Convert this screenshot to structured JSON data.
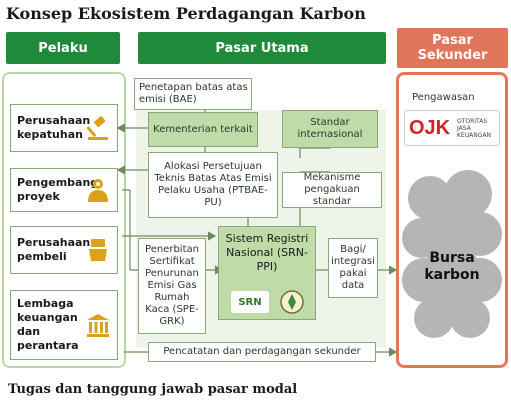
{
  "title": "Konsep Ekosistem Perdagangan Karbon",
  "headers": {
    "pelaku": "Pelaku",
    "pasar_utama": "Pasar Utama",
    "pasar_sekunder": "Pasar Sekunder"
  },
  "pelaku": [
    {
      "label": "Perusahaan kepatuhan",
      "icon": "gavel-icon"
    },
    {
      "label": "Pengembang proyek",
      "icon": "developer-icon"
    },
    {
      "label": "Perusahaan pembeli",
      "icon": "buyer-icon"
    },
    {
      "label": "Lembaga keuangan dan perantara",
      "icon": "bank-icon"
    }
  ],
  "pasar_utama": {
    "penetapan": "Penetapan batas atas emisi (BAE)",
    "kementerian": "Kementerian terkait",
    "standar": "Standar internasional",
    "alokasi": "Alokasi Persetujuan Teknis Batas Atas Emisi Pelaku Usaha (PTBAE-PU)",
    "mekanisme": "Mekanisme pengakuan standar",
    "penerbitan": "Penerbitan Sertifikat Penurunan Emisi Gas Rumah Kaca (SPE-GRK)",
    "srn": "Sistem Registri Nasional (SRN-PPI)",
    "srn_logo": "SRN",
    "bagi": "Bagi/ integrasi pakai data",
    "pencatatan": "Pencatatan dan perdagangan sekunder"
  },
  "sekunder": {
    "pengawasan": "Pengawasan",
    "ojk_mark": "OJK",
    "ojk_text": "OTORITAS JASA KEUANGAN",
    "bursa": "Bursa karbon"
  },
  "footer": "Tugas dan tanggung jawab pasar modal",
  "colors": {
    "header_green": "#1f8a3a",
    "header_red": "#e0755a",
    "panel_green_border": "#b9d7a0",
    "box_green": "#bedba8",
    "icon_gold": "#d9a21b",
    "cloud_gray": "#b3b6b3",
    "ojk_red": "#d2232a"
  }
}
